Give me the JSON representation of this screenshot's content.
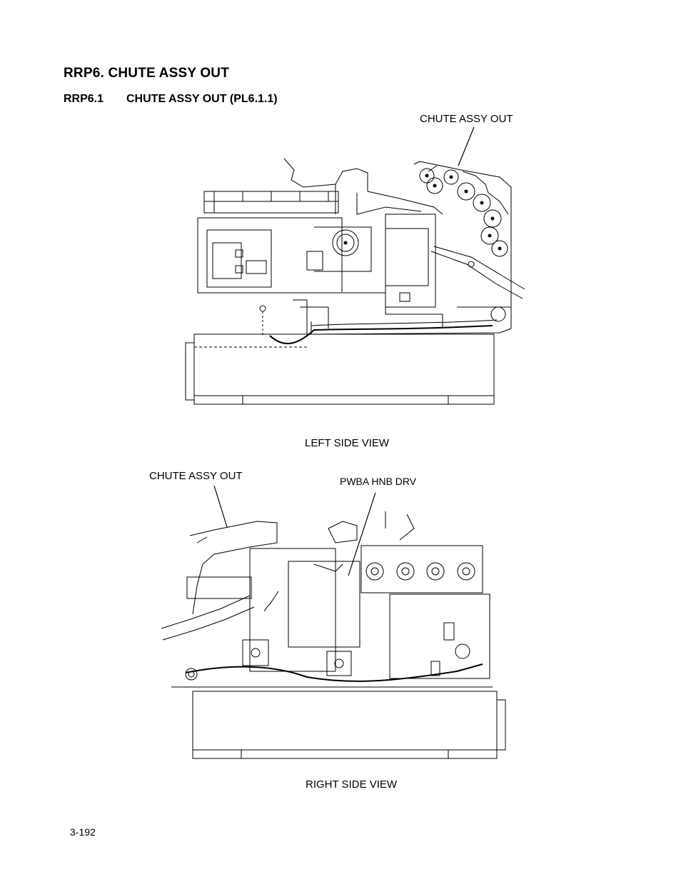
{
  "heading": {
    "title": "RRP6.  CHUTE ASSY OUT",
    "subsection_number": "RRP6.1",
    "subsection_title": "CHUTE ASSY OUT (PL6.1.1)"
  },
  "figure_left": {
    "callout": "CHUTE ASSY OUT",
    "caption": "LEFT SIDE VIEW"
  },
  "figure_right": {
    "callout_chute": "CHUTE ASSY OUT",
    "callout_pwba": "PWBA HNB DRV",
    "caption": "RIGHT SIDE VIEW"
  },
  "footer": {
    "page_number": "3-192"
  }
}
